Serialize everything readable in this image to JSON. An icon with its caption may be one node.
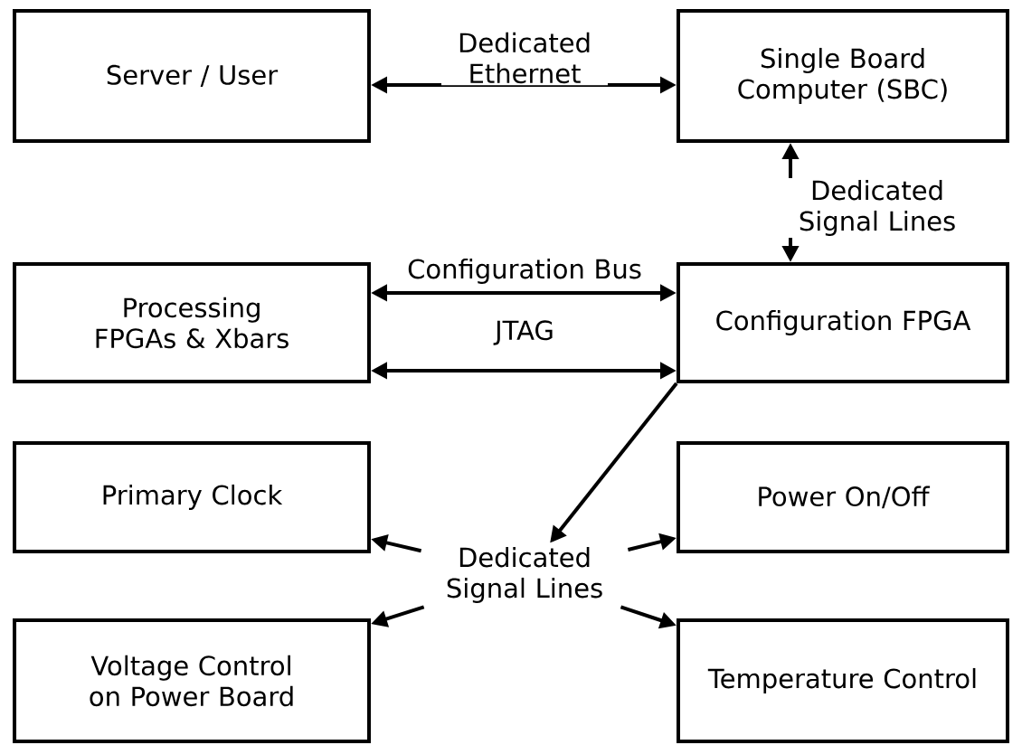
{
  "diagram": {
    "nodes": [
      {
        "text": [
          "Server / User"
        ]
      },
      {
        "text": [
          "Single Board Computer (SBC)"
        ]
      },
      {
        "text": [
          "Processing FPGAs & Xbars"
        ]
      },
      {
        "text": [
          "Configuration FPGA"
        ]
      },
      {
        "text": [
          "Primary Clock"
        ]
      },
      {
        "text": [
          "Power On/Off"
        ]
      },
      {
        "text": [
          "Dedicated Signal Lines"
        ]
      },
      {
        "text": [
          "Voltage Control on Power Board"
        ]
      },
      {
        "text": [
          "Temperature Control"
        ]
      }
    ],
    "edges": [
      {
        "from": 0,
        "to": 1,
        "arrow": "both",
        "label": "Dedicated Ethernet"
      },
      {
        "from": 1,
        "to": 3,
        "arrow": "both",
        "label": "Dedicated Signal Lines"
      },
      {
        "from": 3,
        "to": 2,
        "arrow": "both",
        "label": "Configuration Bus"
      },
      {
        "from": 2,
        "to": 3,
        "arrow": "both",
        "label": "JTAG"
      },
      {
        "from": 3,
        "to": 6,
        "arrow": "to"
      },
      {
        "from": 6,
        "to": 4,
        "arrow": "to"
      },
      {
        "from": 6,
        "to": 5,
        "arrow": "to"
      },
      {
        "from": 6,
        "to": 7,
        "arrow": "to"
      },
      {
        "from": 6,
        "to": 8,
        "arrow": "to"
      }
    ]
  }
}
